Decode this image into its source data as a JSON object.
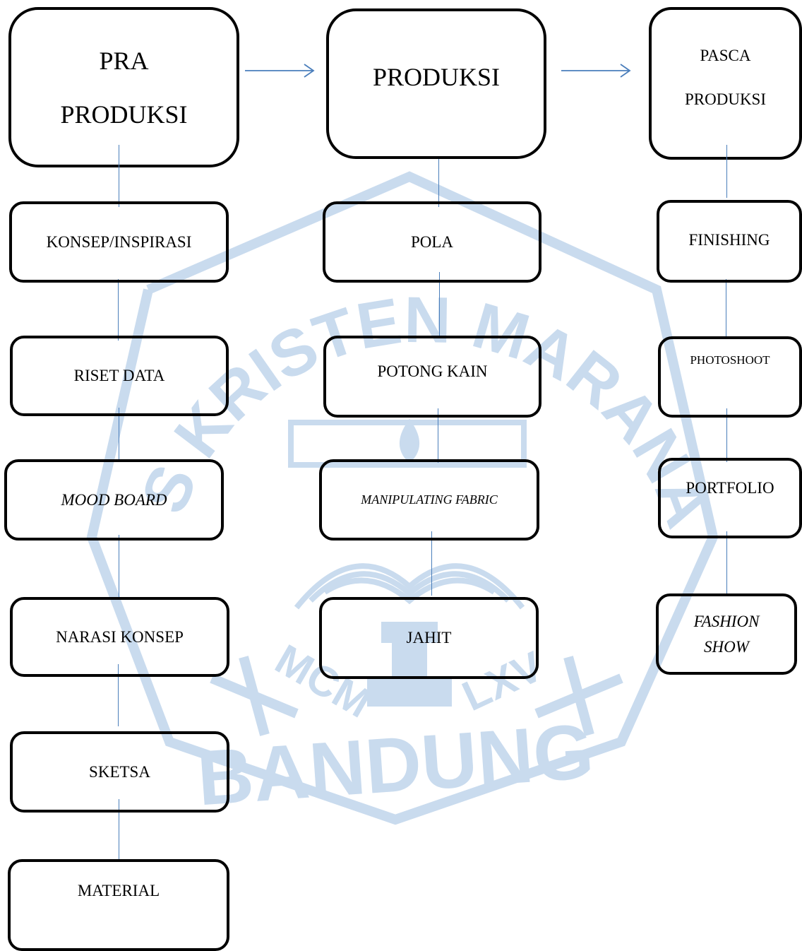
{
  "watermark": {
    "top_text": "SITAS KRISTEN MARANATHA",
    "bottom_text": "BANDUNG",
    "left_roman": "MCM",
    "right_roman": "LXV",
    "color": "#c9dbee"
  },
  "colors": {
    "box_border": "#000000",
    "connector": "#4a7ebb",
    "text": "#000000"
  },
  "columns": {
    "pra": {
      "header": {
        "line1": "PRA",
        "line2": "PRODUKSI"
      },
      "steps": [
        "KONSEP/INSPIRASI",
        "RISET DATA",
        "MOOD BOARD",
        "NARASI KONSEP",
        "SKETSA",
        "MATERIAL"
      ]
    },
    "produksi": {
      "header": {
        "line1": "PRODUKSI"
      },
      "steps": [
        "POLA",
        "POTONG KAIN",
        "MANIPULATING FABRIC",
        "JAHIT"
      ]
    },
    "pasca": {
      "header": {
        "line1": "PASCA",
        "line2": "PRODUKSI"
      },
      "steps": [
        "FINISHING",
        "PHOTOSHOOT",
        "PORTFOLIO",
        "FASHION",
        "SHOW"
      ]
    }
  }
}
